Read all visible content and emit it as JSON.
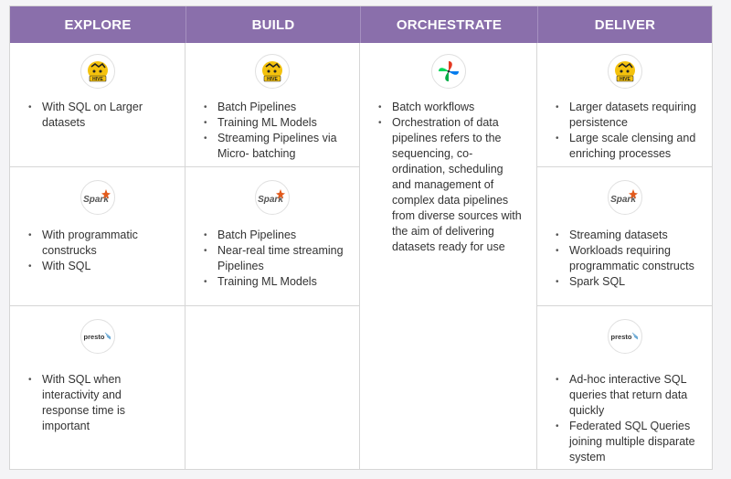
{
  "headers": {
    "explore": "EXPLORE",
    "build": "BUILD",
    "orchestrate": "ORCHESTRATE",
    "deliver": "DELIVER"
  },
  "logos": {
    "hive": "HIVE",
    "spark": "Spark",
    "presto": "presto"
  },
  "colors": {
    "header_bg": "#8a6fab",
    "header_text": "#ffffff",
    "hive_yellow": "#f4c20d",
    "spark_orange": "#e25a1c"
  },
  "explore": {
    "hive": [
      "With SQL on Larger datasets"
    ],
    "spark": [
      "With programmatic construcks",
      "With SQL"
    ],
    "presto": [
      "With SQL when interactivity and response time is important"
    ]
  },
  "build": {
    "hive": [
      "Batch Pipelines",
      "Training ML Models",
      "Streaming Pipelines via Micro- batching"
    ],
    "spark": [
      "Batch Pipelines",
      "Near-real time streaming Pipelines",
      "Training ML Models"
    ]
  },
  "orchestrate": {
    "airflow": [
      "Batch workflows",
      "Orchestration of data pipelines refers to the sequencing, co-ordination, scheduling and management of complex data pipelines from diverse sources with the aim of delivering datasets ready for use"
    ]
  },
  "deliver": {
    "hive": [
      "Larger datasets requiring persistence",
      "Large scale clensing and enriching processes"
    ],
    "spark": [
      "Streaming datasets",
      "Workloads requiring programmatic constructs",
      "Spark SQL"
    ],
    "presto": [
      "Ad-hoc interactive SQL queries that return data quickly",
      "Federated SQL Queries joining multiple disparate system"
    ]
  }
}
